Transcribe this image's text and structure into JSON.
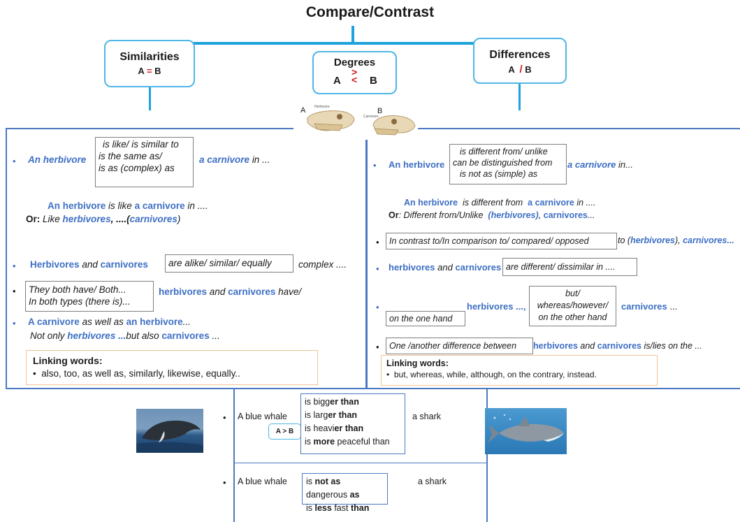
{
  "title": "Compare/Contrast",
  "top_boxes": {
    "similarities": {
      "heading": "Similarities",
      "formula_a": "A",
      "formula_op": "=",
      "formula_b": "B"
    },
    "degrees": {
      "heading": "Degrees",
      "formula_a": "A",
      "op_top": ">",
      "op_bottom": "<",
      "formula_b": "B"
    },
    "differences": {
      "heading": "Differences",
      "formula_a": "A",
      "formula_op": "/",
      "formula_b": "B"
    }
  },
  "skulls": {
    "a_label": "A",
    "b_label": "B",
    "a_caption": "Herbivore",
    "b_caption": "Carnivore"
  },
  "similarities": {
    "bullet": "•",
    "row1": {
      "subject": "An herbivore",
      "options": [
        "is like/ is similar to",
        "is the same as/",
        "is as (complex) as"
      ],
      "object": "a carnivore",
      "tail": "in ..."
    },
    "row2": {
      "subject": "An herbivore",
      "mid": "is like",
      "object": "a carnivore",
      "tail": "in ...."
    },
    "row3": {
      "or": "Or:",
      "like": "Like",
      "herbivores": "herbivores",
      "comma": ", ....(",
      "carnivores": "carnivores",
      "close": ")"
    },
    "row4": {
      "herbivores": "Herbivores",
      "and": "and",
      "carnivores": "carnivores",
      "box": "are alike/ similar/ equally",
      "tail": "complex ...."
    },
    "row5": {
      "box_line1": "They both have/ Both...",
      "box_line2": "In both types (there is)...",
      "herbivores": "herbivores",
      "and": "and",
      "carnivores": "carnivores",
      "tail": "have/"
    },
    "row6": {
      "a_carnivore": "A carnivore",
      "as_well_as": "as well as",
      "an_herbivore": "an herbivore",
      "dots": "..."
    },
    "row7": {
      "not_only": "Not only",
      "herbivores": "herbivores ...",
      "but_also": "but also",
      "carnivores": "carnivores",
      "tail": "..."
    },
    "linking": {
      "heading": "Linking words:",
      "bullet": "•",
      "items": "also, too, as well as, similarly, likewise, equally.."
    }
  },
  "differences": {
    "bullet": "•",
    "row1": {
      "subject": "An herbivore",
      "options": [
        "is different from/ unlike",
        "can be distinguished from",
        "is not as (simple) as"
      ],
      "object": "a carnivore",
      "tail": "in..."
    },
    "row2": {
      "subject": "An herbivore",
      "mid": "is different from",
      "object": "a carnivore",
      "tail": "in ...."
    },
    "row3": {
      "or": "Or",
      "rest": ": Different from/Unlike",
      "herbivores": "(herbivores)",
      "comma": ",",
      "carnivores": "carnivores",
      "tail": "..."
    },
    "row4": {
      "box": "In contrast to/In comparison to/ compared/ opposed",
      "to": "to (",
      "herbivores": "herbivores",
      "close": "),",
      "carnivores": "carnivores..."
    },
    "row5": {
      "herbivores": "herbivores",
      "and": "and",
      "carnivores": "carnivores",
      "box": "are different/ dissimilar in ...."
    },
    "row6": {
      "box1": "on the one hand",
      "herbivores": "herbivores ...,",
      "box2_lines": [
        "but/",
        "whereas/however/",
        "on the other hand"
      ],
      "carnivores": "carnivores",
      "tail": "..."
    },
    "row7": {
      "box_left": "One /another difference between",
      "herbivores": "herbivores",
      "and": "and",
      "carnivores": "carnivores",
      "tail": "is/lies on the ..."
    },
    "linking": {
      "heading": "Linking words:",
      "bullet": "•",
      "items": "but, whereas, while, although, on the contrary, instead."
    }
  },
  "degrees_example": {
    "bullet": "•",
    "subject": "A blue whale",
    "object": "a shark",
    "badge": "A > B",
    "comparatives": [
      {
        "pre": "is bigg",
        "mid": "er",
        "post": " than"
      },
      {
        "pre": "is larg",
        "mid": "er",
        "post": " than"
      },
      {
        "pre": "is heavi",
        "mid": "er",
        "post": " than"
      },
      {
        "pre": "is ",
        "mid": "more",
        "post": " peaceful than"
      }
    ],
    "negatives": [
      {
        "pre": "is ",
        "b1": "not as",
        "mid": " dangerous ",
        "b2": "as"
      },
      {
        "pre": "is ",
        "b1": "less",
        "mid": "  fast ",
        "b2": "than"
      }
    ]
  }
}
